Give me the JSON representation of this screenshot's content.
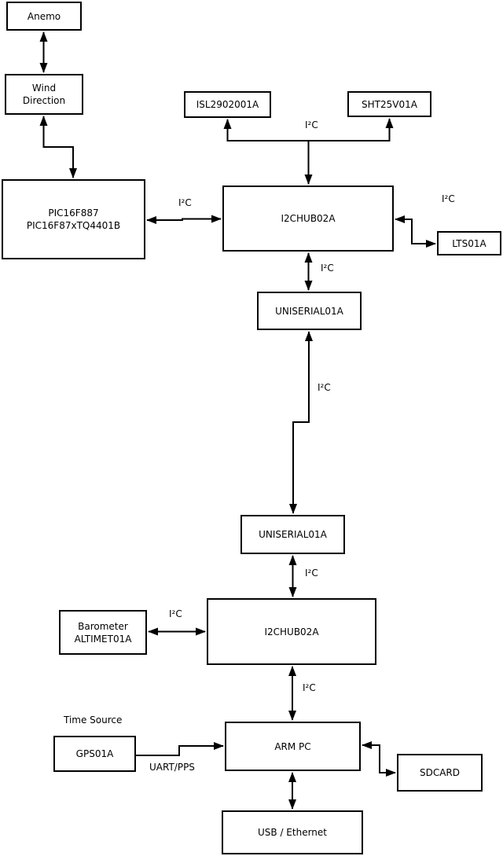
{
  "diagram": {
    "background_color": "#ffffff",
    "line_color": "#000000",
    "nodes": {
      "anemo": {
        "label": "Anemo"
      },
      "wind_direction": {
        "label": "Wind\nDirection"
      },
      "pic": {
        "label": "PIC16F887\nPIC16F87xTQ4401B"
      },
      "isl": {
        "label": "ISL2902001A"
      },
      "sht": {
        "label": "SHT25V01A"
      },
      "hub1": {
        "label": "I2CHUB02A"
      },
      "lts": {
        "label": "LTS01A"
      },
      "uni1": {
        "label": "UNISERIAL01A"
      },
      "uni2": {
        "label": "UNISERIAL01A"
      },
      "hub2": {
        "label": "I2CHUB02A"
      },
      "barometer": {
        "label": "Barometer\nALTIMET01A"
      },
      "gps": {
        "label": "GPS01A"
      },
      "arm_pc": {
        "label": "ARM PC"
      },
      "sdcard": {
        "label": "SDCARD"
      },
      "usb_ethernet": {
        "label": "USB / Ethernet"
      }
    },
    "labels": {
      "i2c": "I²C",
      "time_source": "Time Source",
      "uart_pps": "UART/PPS"
    }
  }
}
